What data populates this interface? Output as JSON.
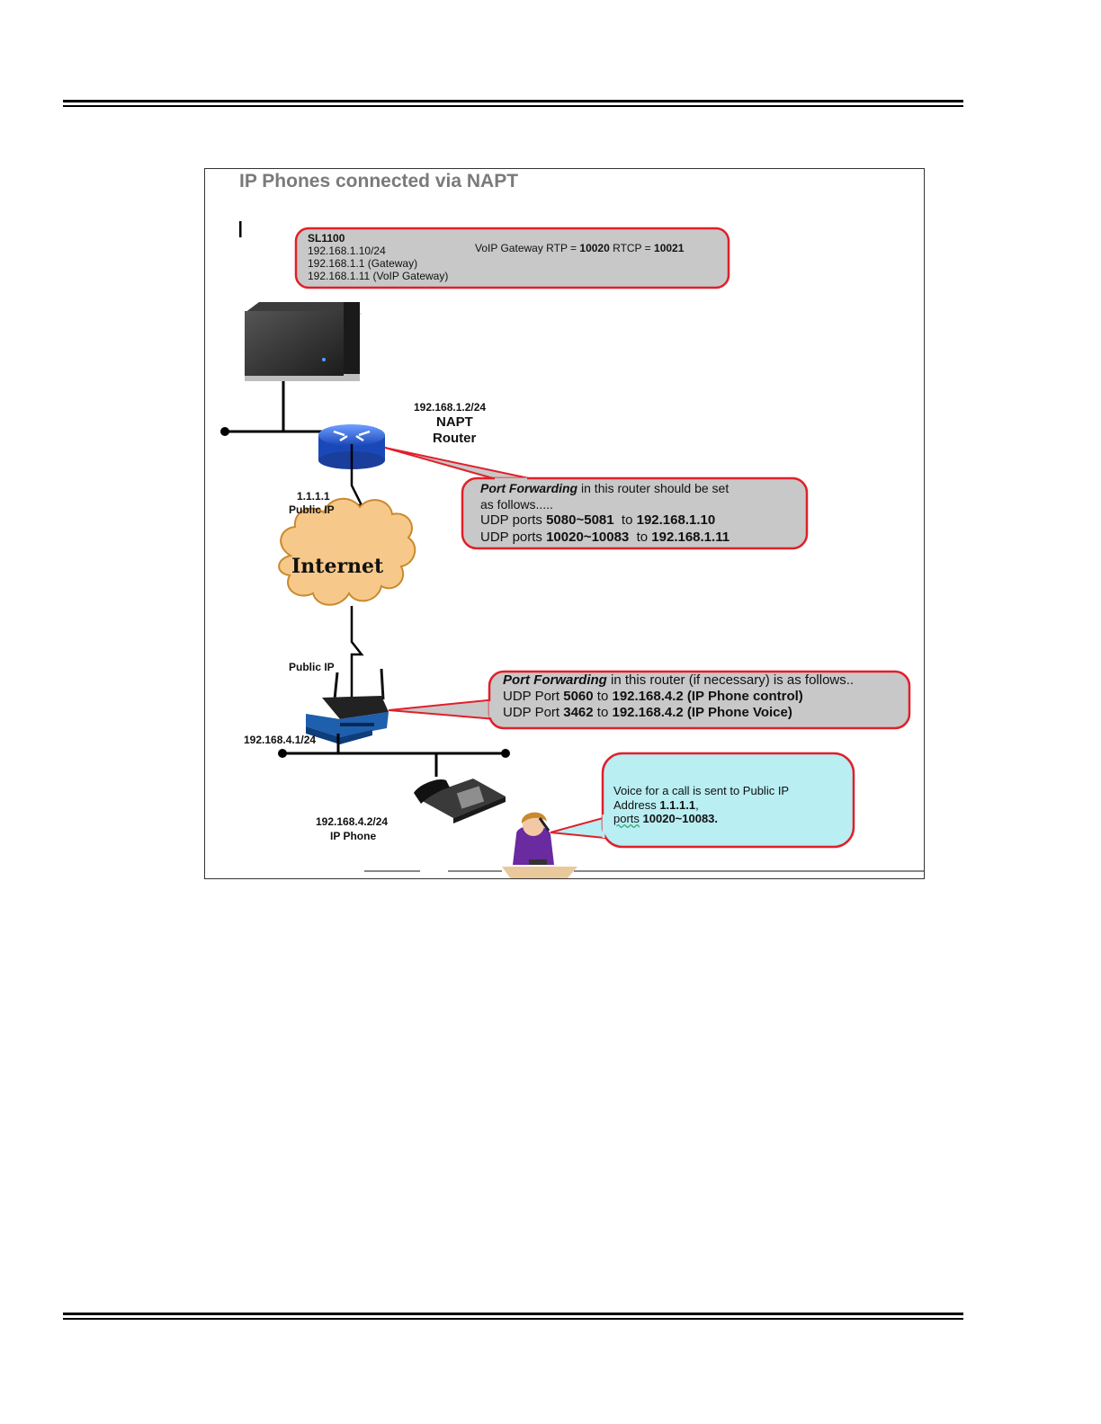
{
  "diagram": {
    "title": "IP Phones connected via NAPT",
    "sl1100_box": {
      "name": "SL1100",
      "ip": "192.168.1.10/24",
      "gateway": "192.168.1.1 (Gateway)",
      "voip_gateway": "192.168.1.11 (VoIP Gateway)",
      "rtp_prefix": "VoIP Gateway RTP = ",
      "rtp_value": "10020",
      "rtcp_prefix": " RTCP = ",
      "rtcp_value": "10021"
    },
    "napt_router": {
      "ip": "192.168.1.2/24",
      "label_line1": "NAPT",
      "label_line2": "Router"
    },
    "public_ip_top": {
      "ip": "1.1.1.1",
      "label": "Public IP"
    },
    "internet_label": "Internet",
    "port_forward_box_1": {
      "title": "Port Forwarding",
      "line1_rest": " in this router should be set",
      "line2": "as follows.....",
      "line3_prefix": "UDP ports ",
      "line3_ports": "5080~5081",
      "line3_to": "  to ",
      "line3_ip": "192.168.1.10",
      "line4_prefix": "UDP ports ",
      "line4_ports": "10020~10083",
      "line4_to": "  to ",
      "line4_ip": "192.168.1.11"
    },
    "public_ip_bottom": "Public IP",
    "remote_router_ip": "192.168.4.1/24",
    "port_forward_box_2": {
      "title": "Port Forwarding",
      "line1_rest": " in this router (if necessary) is as follows..",
      "line2_prefix": "UDP Port ",
      "line2_port": "5060",
      "line2_to": " to ",
      "line2_ip": "192.168.4.2 (IP Phone control)",
      "line3_prefix": "UDP Port ",
      "line3_port": "3462",
      "line3_to": " to ",
      "line3_ip": "192.168.4.2 (IP Phone Voice)"
    },
    "ip_phone": {
      "ip": "192.168.4.2/24",
      "label": "IP Phone"
    },
    "voice_box": {
      "line1": "Voice for a call is sent to Public IP",
      "line2_prefix": "Address ",
      "line2_ip": "1.1.1.1",
      "line2_suffix": ",",
      "line3_word": "ports",
      "line3_ports": " 10020~10083."
    }
  },
  "colors": {
    "callout_border": "#e0202a",
    "callout_fill": "#c8c8c8",
    "voice_fill": "#b9eef3",
    "cloud_fill": "#f6c98a",
    "router_blue": "#2a62d8",
    "title_gray": "#7a7a7a"
  },
  "icons": [
    "sl1100-system-icon",
    "napt-router-icon",
    "internet-cloud-icon",
    "wireless-router-icon",
    "ip-phone-icon",
    "person-on-phone-icon"
  ]
}
